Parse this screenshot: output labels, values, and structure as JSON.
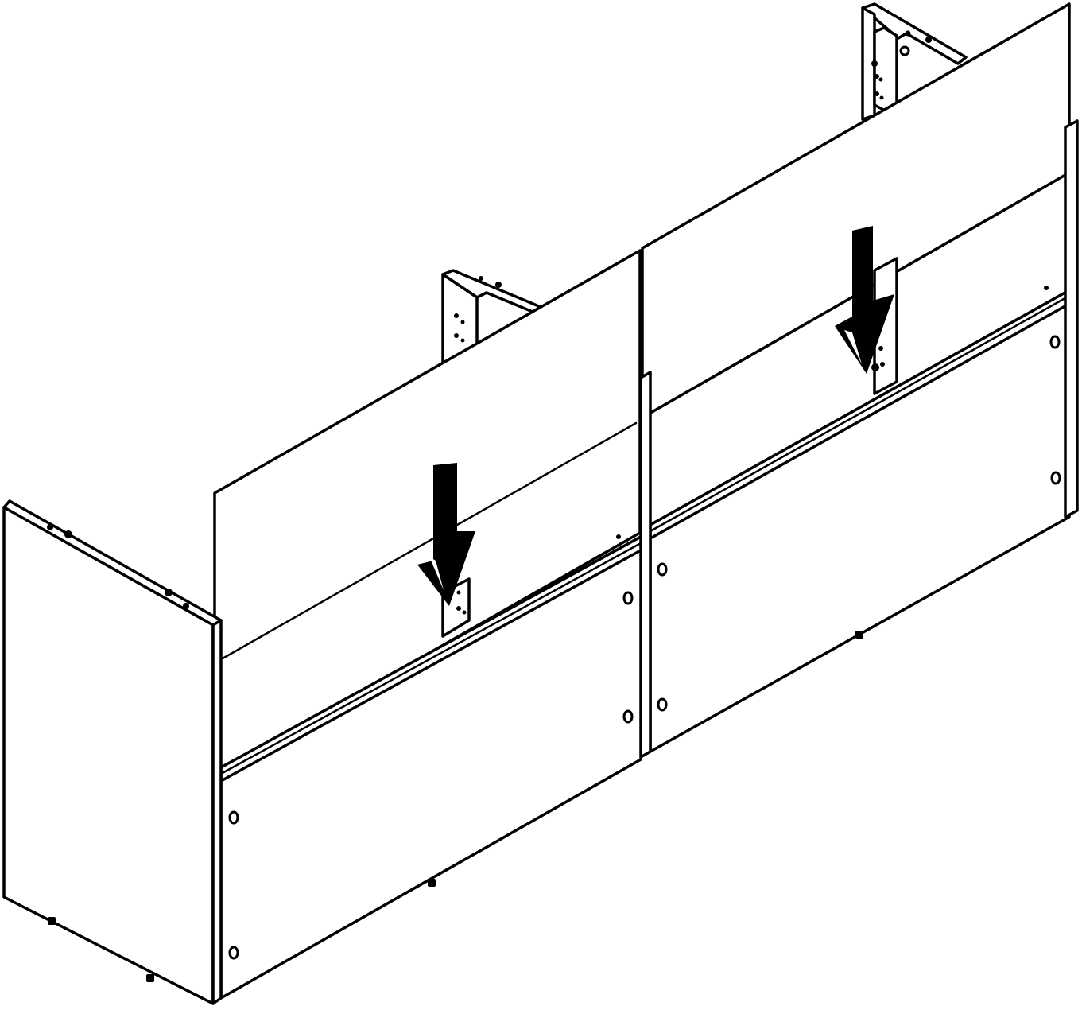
{
  "diagram": {
    "type": "assembly-instruction",
    "colors": {
      "line": "#000000",
      "fill": "#ffffff",
      "arrow": "#000000"
    },
    "arrows": [
      {
        "name": "insert-arrow-left",
        "direction": "down"
      },
      {
        "name": "insert-arrow-right",
        "direction": "down"
      }
    ]
  }
}
